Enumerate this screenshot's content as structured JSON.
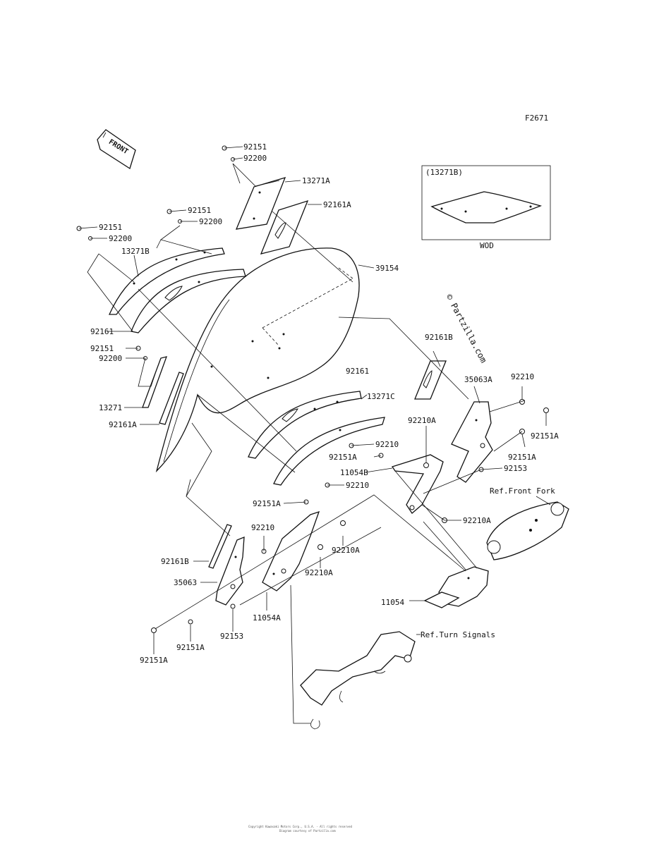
{
  "figure_code": "F2671",
  "front_arrow_label": "FRONT",
  "inset": {
    "ref": "(13271B)",
    "caption": "WOD"
  },
  "watermark": "© Partzilla.com",
  "refs": {
    "front_fork": "Ref.Front Fork",
    "turn_signals": "Ref.Turn Signals"
  },
  "labels": {
    "l92151_a": "92151",
    "l92200_a": "92200",
    "l13271A": "13271A",
    "l92161A_a": "92161A",
    "l92151_b": "92151",
    "l92200_b": "92200",
    "l92151_c": "92151",
    "l92200_c": "92200",
    "l13271B": "13271B",
    "l39154": "39154",
    "l92161_a": "92161",
    "l92151_d": "92151",
    "l92200_d": "92200",
    "l13271": "13271",
    "l92161A_b": "92161A",
    "l92161B_a": "92161B",
    "l92161_b": "92161",
    "l13271C": "13271C",
    "l35063A": "35063A",
    "l92210_a": "92210",
    "l92210A_a": "92210A",
    "l92151A_a": "92151A",
    "l92210_b": "92210",
    "l92151A_b": "92151A",
    "l92151A_c": "92151A",
    "l11054B": "11054B",
    "l92153_a": "92153",
    "l92210_c": "92210",
    "l92210A_b": "92210A",
    "l92151A_d": "92151A",
    "l92210_d": "92210",
    "l92210A_c": "92210A",
    "l92210A_d": "92210A",
    "l92161B_b": "92161B",
    "l35063": "35063",
    "l11054": "11054",
    "l11054A": "11054A",
    "l92153_b": "92153",
    "l92151A_e": "92151A",
    "l92151A_f": "92151A"
  },
  "footer": {
    "line1": "Copyright Kawasaki Motors Corp., U.S.A. - All rights reserved",
    "line2": "Diagram courtesy of Partzilla.com"
  }
}
